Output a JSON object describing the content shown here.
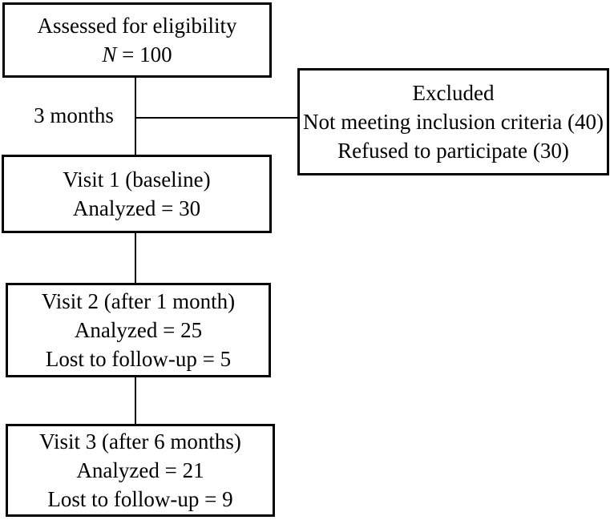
{
  "diagram": {
    "type": "participant-flow-diagram",
    "colors": {
      "border": "#000000",
      "text": "#000000",
      "background": "#ffffff"
    },
    "labels": {
      "timepoint": "3 months"
    },
    "boxes": {
      "assessed": {
        "title": "Assessed for eligibility",
        "n_label": "N",
        "n_value": " = 100"
      },
      "excluded": {
        "title": "Excluded",
        "reason1": "Not meeting inclusion criteria (40)",
        "reason2": "Refused to participate (30)"
      },
      "visit1": {
        "title": "Visit 1 (baseline)",
        "analyzed": "Analyzed = 30"
      },
      "visit2": {
        "title": "Visit 2 (after 1 month)",
        "analyzed": "Analyzed = 25",
        "lost": "Lost to follow-up = 5"
      },
      "visit3": {
        "title": "Visit 3 (after 6 months)",
        "analyzed": "Analyzed = 21",
        "lost": "Lost to follow-up = 9"
      }
    }
  }
}
